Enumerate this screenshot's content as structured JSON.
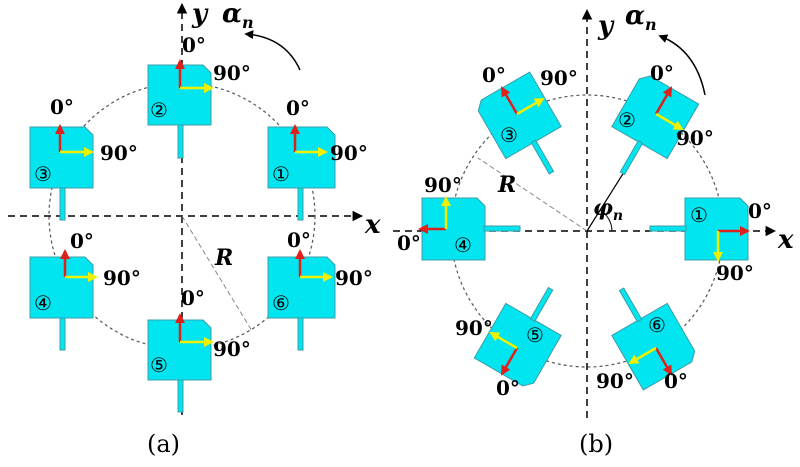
{
  "panels": [
    {
      "caption": "(a)",
      "x_label": "x",
      "y_label": "y",
      "rotation_label": "α",
      "rotation_sub": "n",
      "radius_label": "R",
      "elements": [
        {
          "number": "①",
          "label_0": "0°",
          "label_90": "90°"
        },
        {
          "number": "②",
          "label_0": "0°",
          "label_90": "90°"
        },
        {
          "number": "③",
          "label_0": "0°",
          "label_90": "90°"
        },
        {
          "number": "④",
          "label_0": "0°",
          "label_90": "90°"
        },
        {
          "number": "⑤",
          "label_0": "0°",
          "label_90": "90°"
        },
        {
          "number": "⑥",
          "label_0": "0°",
          "label_90": "90°"
        }
      ]
    },
    {
      "caption": "(b)",
      "x_label": "x",
      "y_label": "y",
      "rotation_label": "α",
      "rotation_sub": "n",
      "radius_label": "R",
      "angle_label": "φ",
      "angle_sub": "n",
      "elements": [
        {
          "number": "①",
          "label_0": "0°",
          "label_90": "90°"
        },
        {
          "number": "②",
          "label_0": "0°",
          "label_90": "90°"
        },
        {
          "number": "③",
          "label_0": "0°",
          "label_90": "90°"
        },
        {
          "number": "④",
          "label_0": "0°",
          "label_90": "90°"
        },
        {
          "number": "⑤",
          "label_0": "0°",
          "label_90": "90°"
        },
        {
          "number": "⑥",
          "label_0": "0°",
          "label_90": "90°"
        }
      ]
    }
  ],
  "colors": {
    "patch_fill": "#00e5f0",
    "patch_stroke": "#3a9ea8",
    "arrow_0": "#e0201a",
    "arrow_90": "#f0f000",
    "axis": "#000000",
    "circle": "#555555"
  }
}
